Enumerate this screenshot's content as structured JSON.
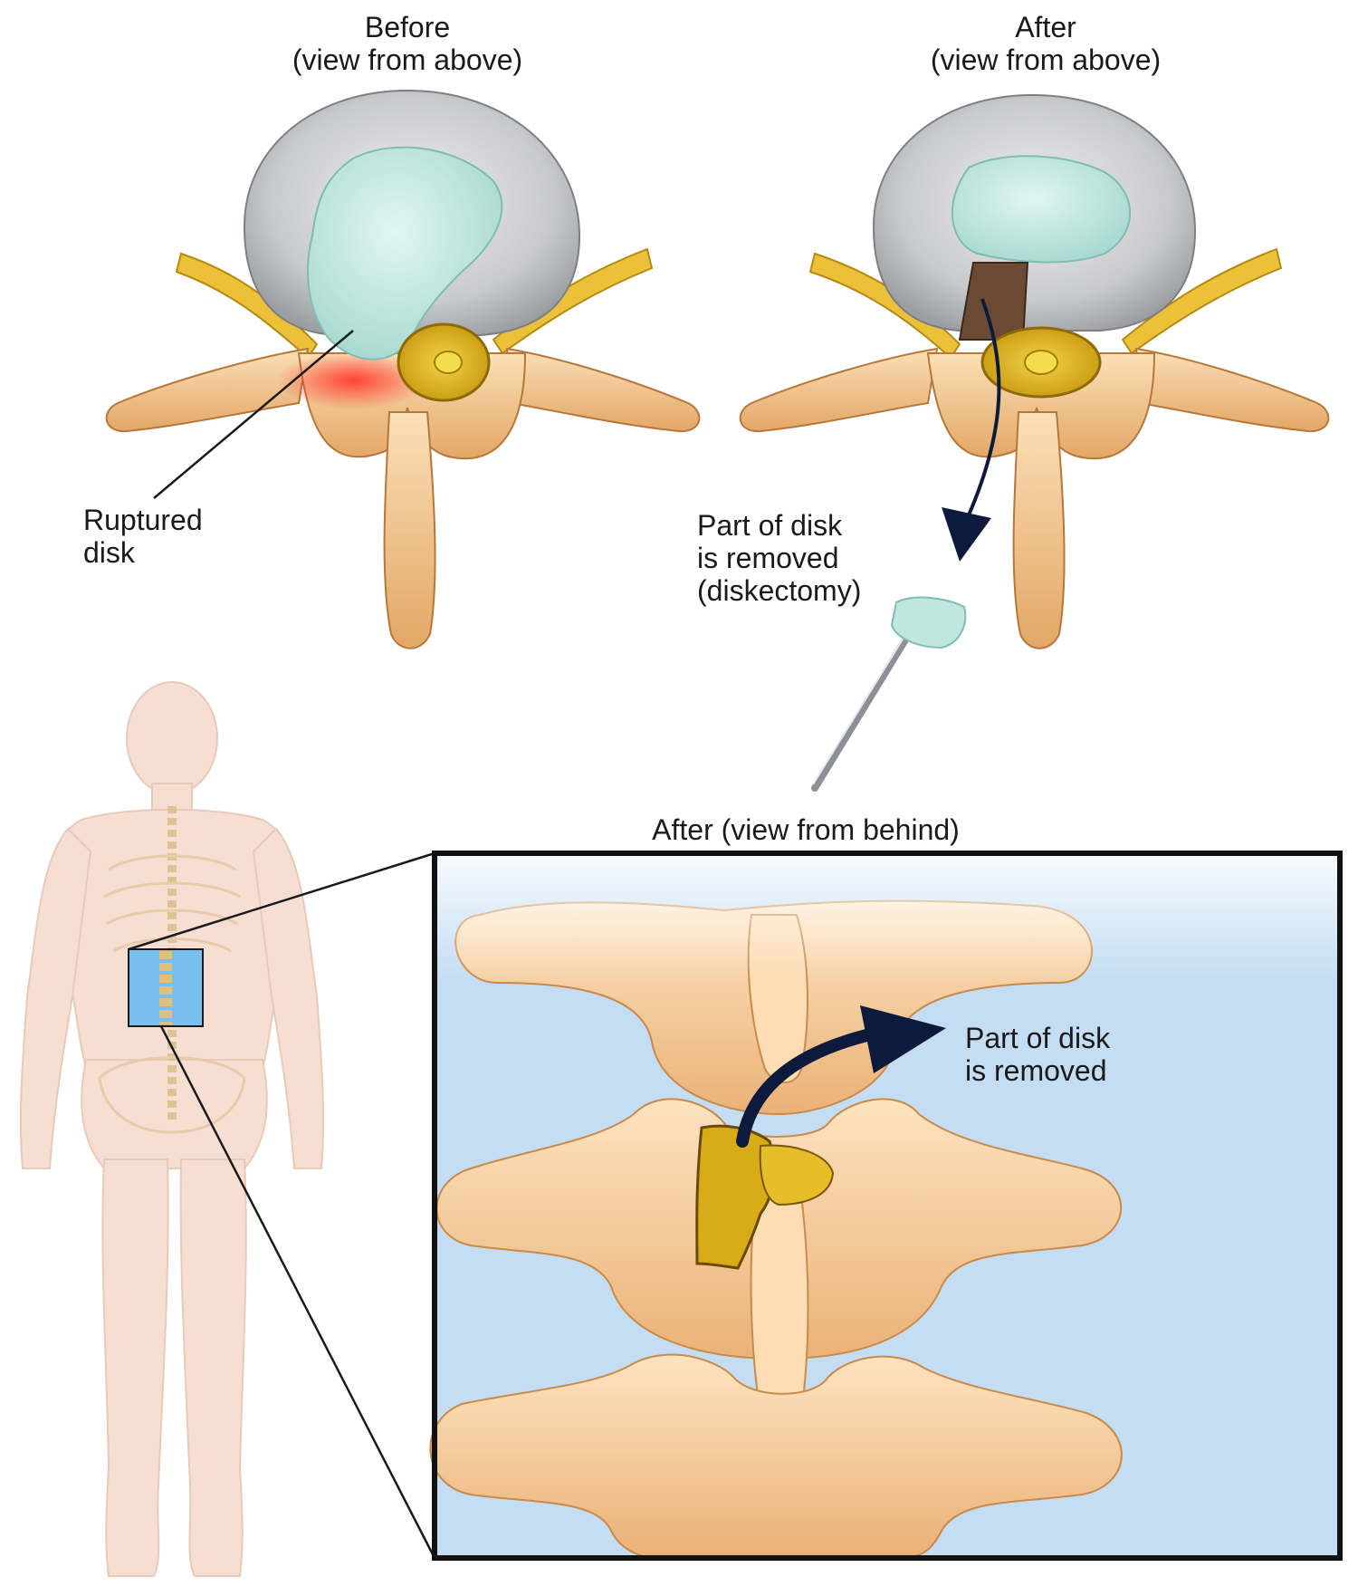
{
  "before_panel": {
    "title_line1": "Before",
    "title_line2": "(view from above)",
    "callout_line1": "Ruptured",
    "callout_line2": "disk"
  },
  "after_top_panel": {
    "title_line1": "After",
    "title_line2": "(view from above)",
    "callout_line1": "Part of disk",
    "callout_line2": "is removed",
    "callout_line3": "(diskectomy)"
  },
  "after_behind_panel": {
    "title": "After (view from behind)",
    "callout_line1": "Part of disk",
    "callout_line2": "is removed"
  },
  "colors": {
    "bone": "#f1c68f",
    "bone_shadow": "#c98a4a",
    "disk_annulus": "#cfd0d2",
    "disk_nucleus": "#bfe6e0",
    "nerve": "#e8c22a",
    "spinal_cord": "#d9ad14",
    "inflammation": "#ef3b35",
    "inset_background": "#c4ddf3",
    "highlight_box": "#79bff0",
    "arrow": "#0d1a3b",
    "body_silhouette": "#f6dfd2"
  }
}
